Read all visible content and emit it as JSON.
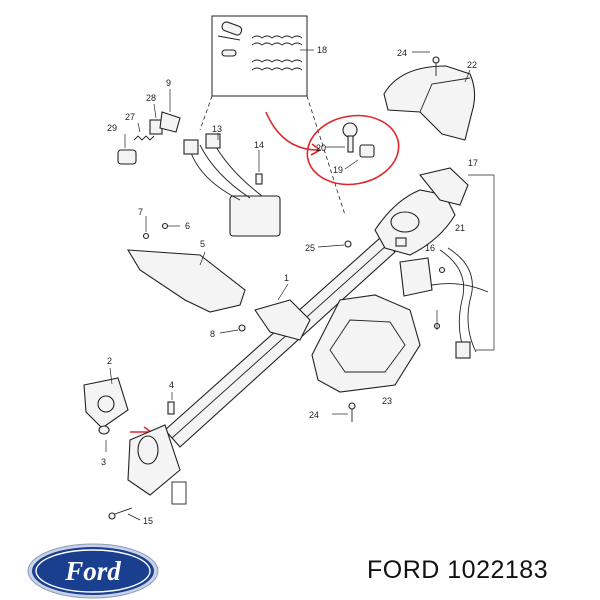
{
  "diagram": {
    "callouts": [
      "1",
      "2",
      "3",
      "4",
      "5",
      "6",
      "7",
      "8",
      "9",
      "13",
      "14",
      "15",
      "16",
      "17",
      "18",
      "19",
      "20",
      "21",
      "22",
      "23",
      "24",
      "24",
      "25",
      "27",
      "28",
      "29"
    ]
  },
  "logo": {
    "brand_text": "Ford",
    "colors": {
      "oval": "#1a3f8f",
      "rim": "#c8d2e6"
    }
  },
  "footer": {
    "part_label": "FORD 1022183"
  }
}
